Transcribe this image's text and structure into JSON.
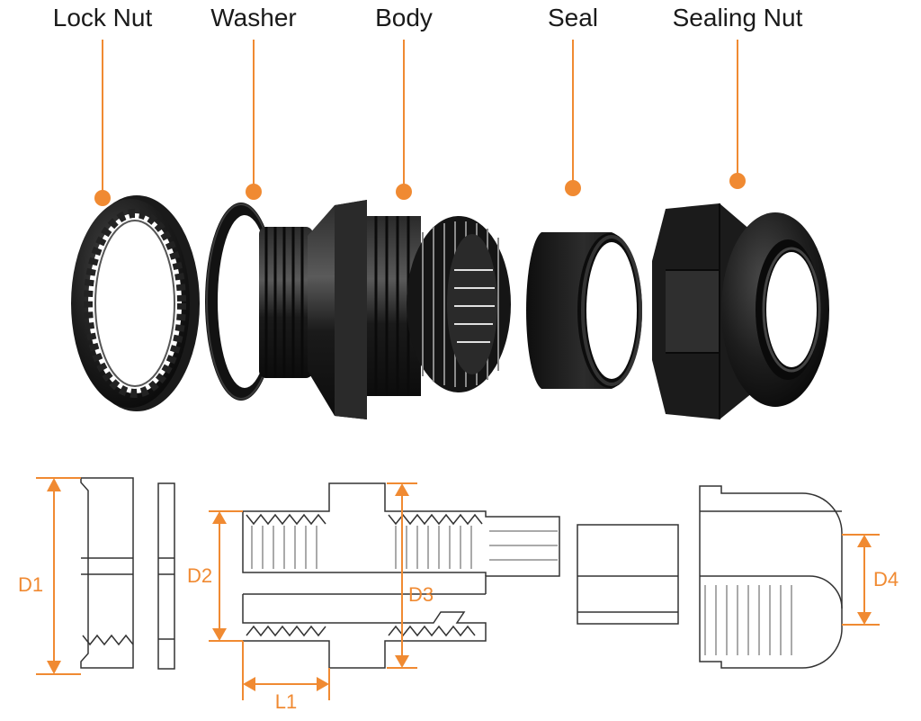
{
  "title": "Cable Gland Exploded View",
  "accent_color": "#f08a32",
  "parts": [
    {
      "key": "lock_nut",
      "label": "Lock Nut"
    },
    {
      "key": "washer",
      "label": "Washer"
    },
    {
      "key": "body",
      "label": "Body"
    },
    {
      "key": "seal",
      "label": "Seal"
    },
    {
      "key": "sealing_nut",
      "label": "Sealing Nut"
    }
  ],
  "dimensions": {
    "d1": "D1",
    "d2": "D2",
    "d3": "D3",
    "d4": "D4",
    "l1": "L1"
  }
}
